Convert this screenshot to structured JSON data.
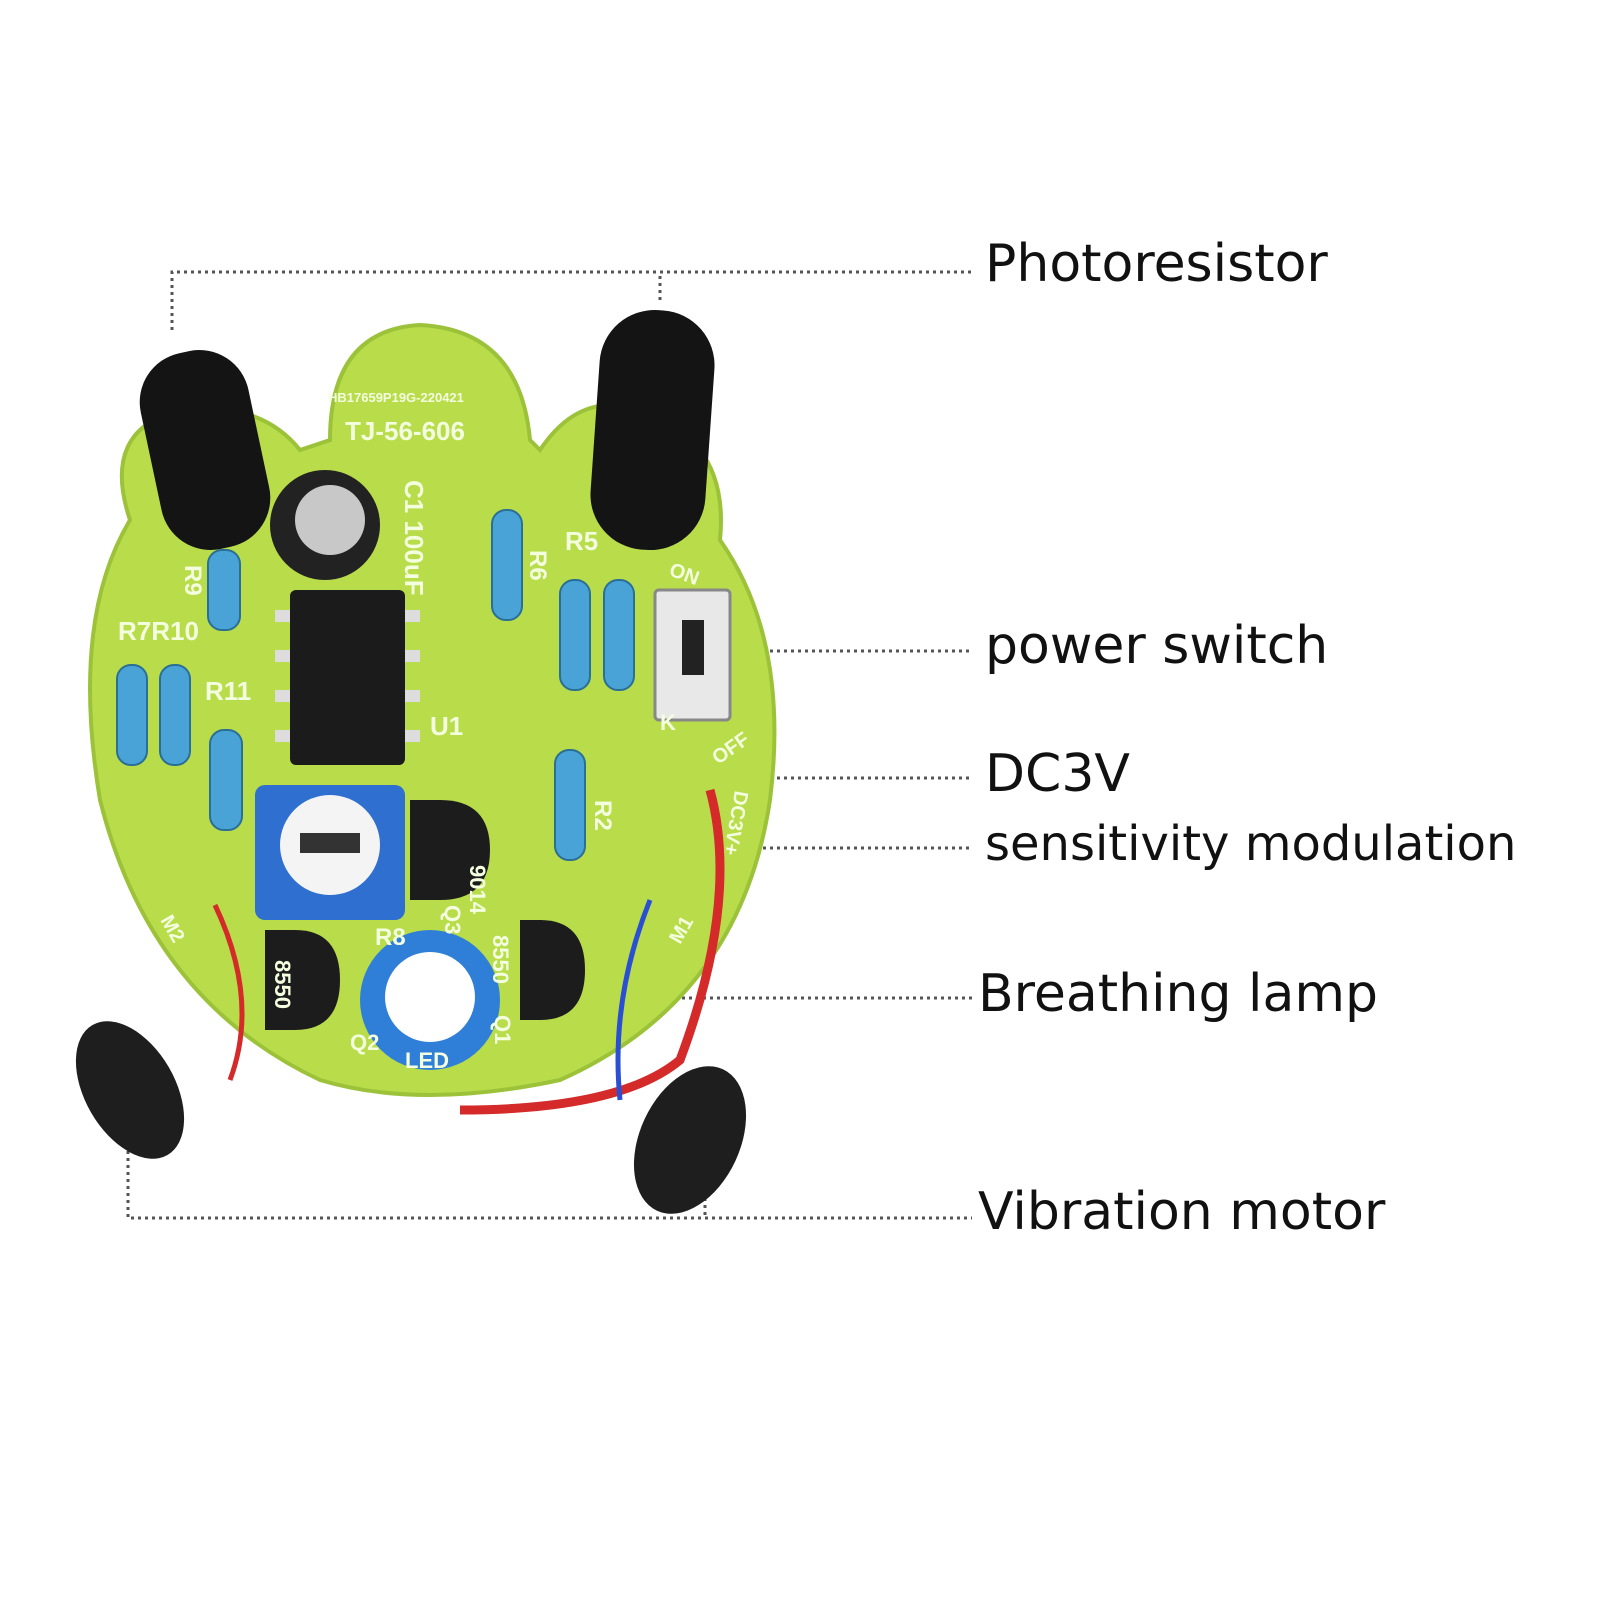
{
  "annotations": {
    "photoresistor": "Photoresistor",
    "power_switch": "power switch",
    "dc3v": "DC3V",
    "sensitivity": "sensitivity modulation",
    "breathing_lamp": "Breathing lamp",
    "vibration_motor": "Vibration motor"
  },
  "pcb": {
    "serial": "HB17659P19G-220421",
    "model": "TJ-56-606",
    "c1": "C1 100uF",
    "r5": "R5",
    "r6": "R6",
    "r7r10": "R7R10",
    "r11": "R11",
    "r9": "R9",
    "u1": "U1",
    "r2": "R2",
    "r8": "R8",
    "q3": "Q3",
    "t9014": "9014",
    "t8550a": "8550",
    "t8550b": "8550",
    "q1": "Q1",
    "q2": "Q2",
    "led": "LED",
    "on": "ON",
    "off": "OFF",
    "k": "K",
    "dc3vplus": "DC3V+",
    "m1": "M1",
    "m2": "M2"
  },
  "colors": {
    "pcb": "#b8dc4a",
    "leader": "#555555",
    "wire_red": "#d42a2a"
  }
}
